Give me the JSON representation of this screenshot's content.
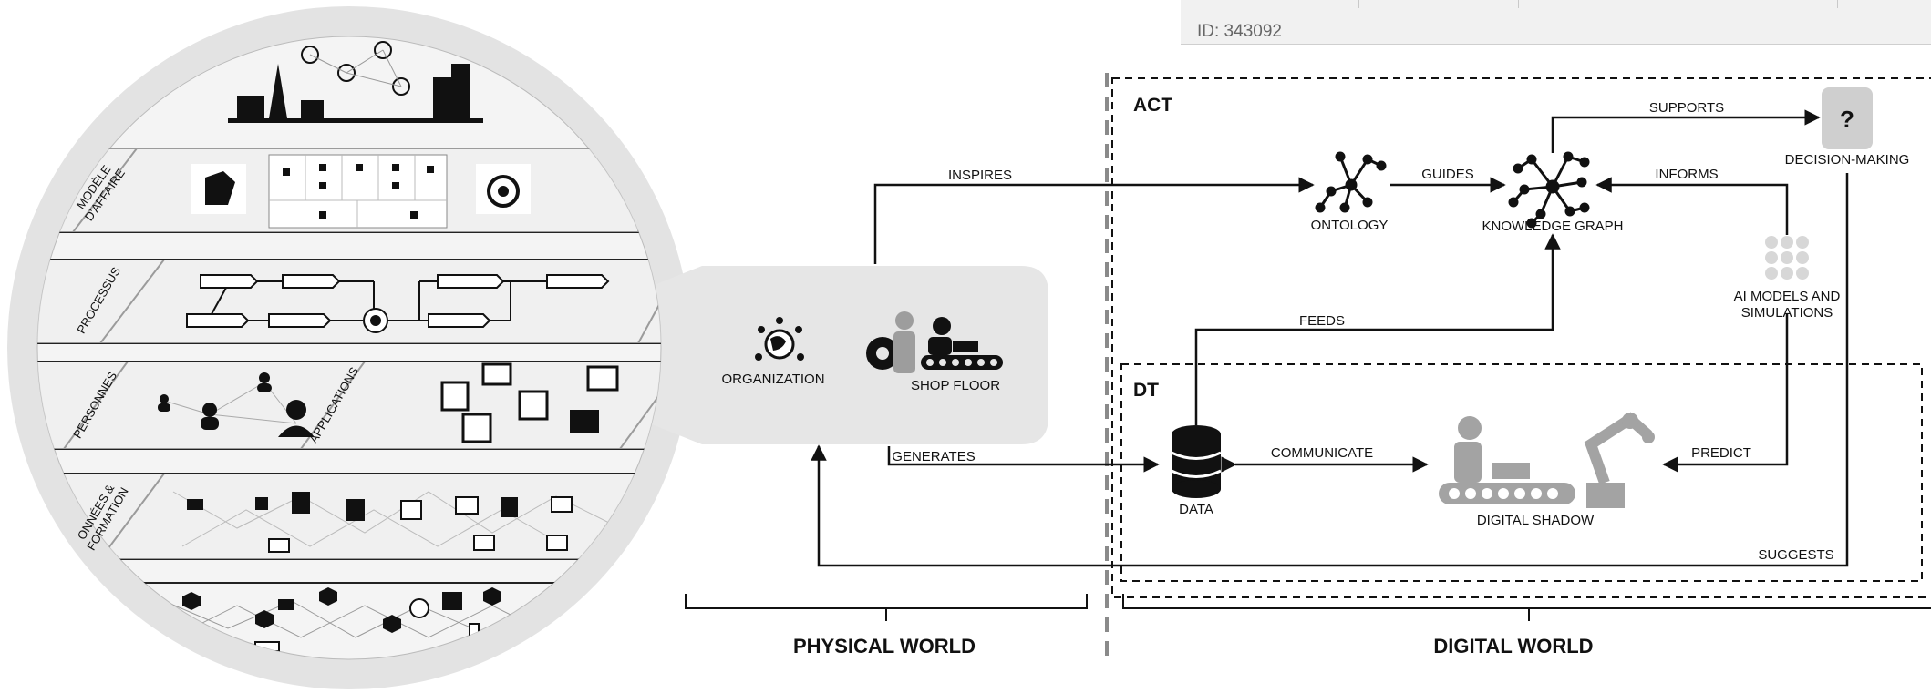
{
  "top_strip": {
    "id_text": "ID: 343092"
  },
  "layers": {
    "business_model": "MODÈLE\nD'AFFAIRE",
    "process": "PROCESSUS",
    "people": "PERSONNES",
    "applications": "APPLICATIONS",
    "data_info": "ONNÉES &\nFORMATION"
  },
  "nodes": {
    "organization": "ORGANIZATION",
    "shop_floor": "SHOP FLOOR",
    "ontology": "ONTOLOGY",
    "knowledge_graph": "KNOWLEDGE GRAPH",
    "decision_making": "DECISION-MAKING",
    "decision_icon": "?",
    "ai_models": "AI MODELS AND\nSIMULATIONS",
    "data": "DATA",
    "digital_shadow": "DIGITAL SHADOW"
  },
  "edges": {
    "inspires": "INSPIRES",
    "guides": "GUIDES",
    "supports": "SUPPORTS",
    "informs": "INFORMS",
    "feeds": "FEEDS",
    "generates": "GENERATES",
    "communicate": "COMMUNICATE",
    "predict": "PREDICT",
    "suggests": "SUGGESTS"
  },
  "regions": {
    "act": "ACT",
    "dt": "DT",
    "physical_world": "PHYSICAL WORLD",
    "digital_world": "DIGITAL WORLD"
  },
  "colors": {
    "line": "#111111",
    "panel_grey": "#e6e6e6",
    "circle_grey": "#dcdcdc",
    "icon_grey": "#9d9d9d",
    "dash_grey": "#8a8a8a"
  }
}
